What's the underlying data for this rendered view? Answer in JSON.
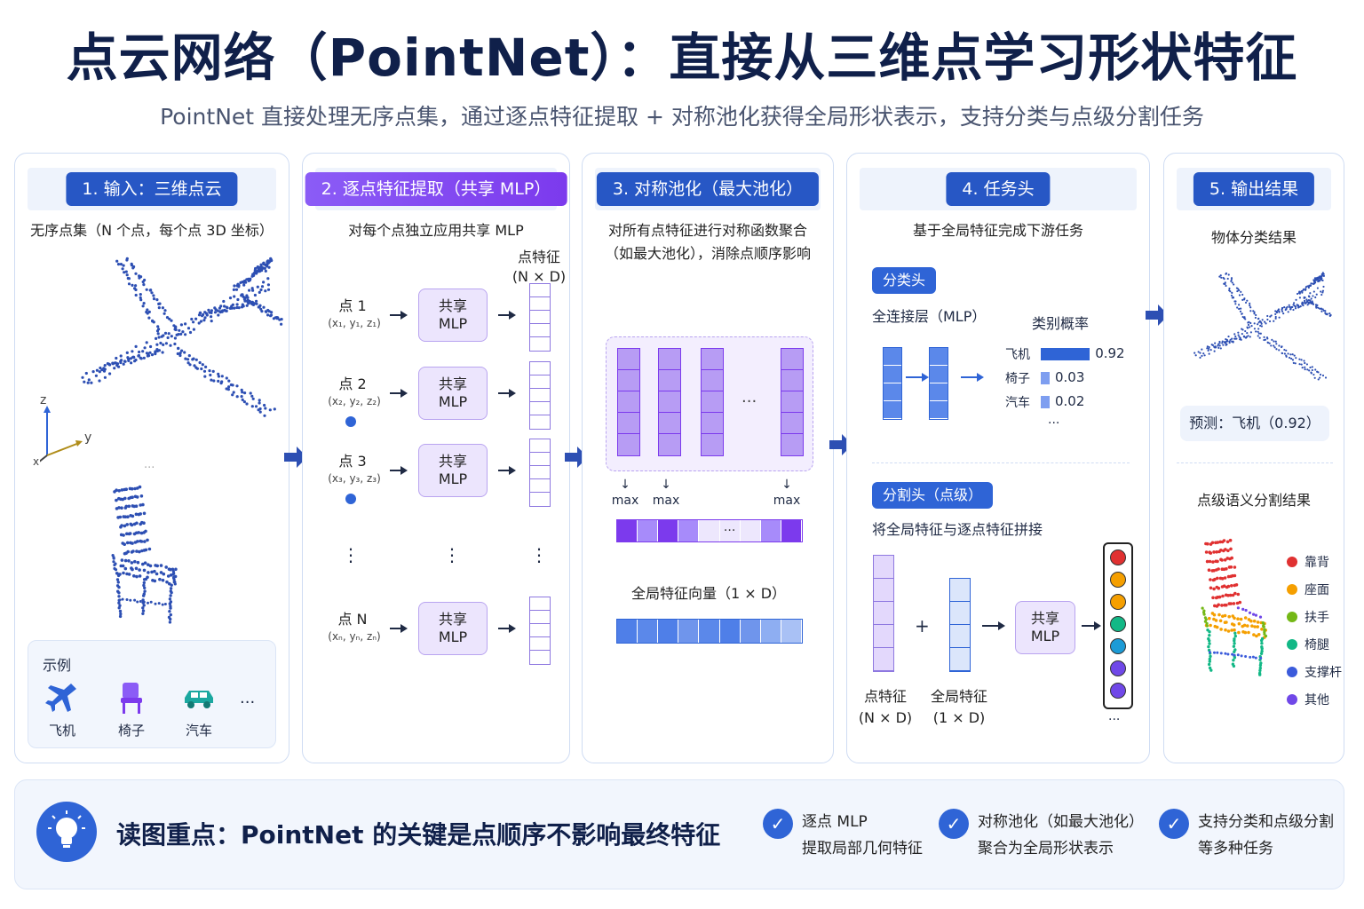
{
  "title": "点云网络（PointNet）：直接从三维点学习形状特征",
  "subtitle": "PointNet 直接处理无序点集，通过逐点特征提取 + 对称池化获得全局形状表示，支持分类与点级分割任务",
  "panel1": {
    "heading": "1. 输入：三维点云",
    "desc": "无序点集（N 个点，每个点 3D 坐标）",
    "axis_z": "z",
    "axis_y": "y",
    "axis_x": "x",
    "ellipsis": "...",
    "examples_title": "示例",
    "examples": [
      {
        "label": "飞机",
        "icon": "airplane-icon"
      },
      {
        "label": "椅子",
        "icon": "chair-icon"
      },
      {
        "label": "汽车",
        "icon": "car-icon"
      }
    ],
    "examples_more": "..."
  },
  "panel2": {
    "heading": "2. 逐点特征提取（共享 MLP）",
    "desc": "对每个点独立应用共享 MLP",
    "feat_label_1": "点特征",
    "feat_label_2": "(N × D)",
    "mlp_label_1": "共享",
    "mlp_label_2": "MLP",
    "points": [
      {
        "name": "点 1",
        "coord": "(x₁, y₁, z₁)"
      },
      {
        "name": "点 2",
        "coord": "(x₂, y₂, z₂)"
      },
      {
        "name": "点 3",
        "coord": "(x₃, y₃, z₃)"
      },
      {
        "name": "点 N",
        "coord": "(xₙ, yₙ, zₙ)"
      }
    ],
    "vdots": "⋮"
  },
  "panel3": {
    "heading": "3. 对称池化（最大池化）",
    "desc_1": "对所有点特征进行对称函数聚合",
    "desc_2": "（如最大池化），消除点顺序影响",
    "max": "max",
    "dots": "···",
    "global_label": "全局特征向量（1 × D）"
  },
  "panel4": {
    "heading": "4. 任务头",
    "desc": "基于全局特征完成下游任务",
    "cls_tag": "分类头",
    "fc_label": "全连接层（MLP）",
    "prob_title": "类别概率",
    "probs": [
      {
        "label": "飞机",
        "value": 0.92,
        "text": "0.92"
      },
      {
        "label": "椅子",
        "value": 0.03,
        "text": "0.03"
      },
      {
        "label": "汽车",
        "value": 0.02,
        "text": "0.02"
      }
    ],
    "prob_more": "···",
    "seg_tag": "分割头（点级）",
    "seg_desc": "将全局特征与逐点特征拼接",
    "pt_feat_1": "点特征",
    "pt_feat_2": "(N × D)",
    "gl_feat_1": "全局特征",
    "gl_feat_2": "(1 × D)",
    "plus": "+",
    "mlp_1": "共享",
    "mlp_2": "MLP",
    "more": "···"
  },
  "panel5": {
    "heading": "5. 输出结果",
    "cls_title": "物体分类结果",
    "prediction": "预测：飞机（0.92）",
    "seg_title": "点级语义分割结果",
    "legend": [
      {
        "label": "靠背",
        "color": "#e03131"
      },
      {
        "label": "座面",
        "color": "#f59f00"
      },
      {
        "label": "扶手",
        "color": "#74b816"
      },
      {
        "label": "椅腿",
        "color": "#12b886"
      },
      {
        "label": "支撑杆",
        "color": "#3b5bdb"
      },
      {
        "label": "其他",
        "color": "#7048e8"
      }
    ]
  },
  "bottom": {
    "key_text": "读图重点：PointNet 的关键是点顺序不影响最终特征",
    "points": [
      {
        "line1": "逐点 MLP",
        "line2": "提取局部几何特征"
      },
      {
        "line1": "对称池化（如最大池化）",
        "line2": "聚合为全局形状表示"
      },
      {
        "line1": "支持分类和点级分割",
        "line2": "等多种任务"
      }
    ]
  },
  "colors": {
    "accent": "#2f64d6",
    "purple": "#8b5cf6",
    "point_blue": "#2d4fb3"
  }
}
